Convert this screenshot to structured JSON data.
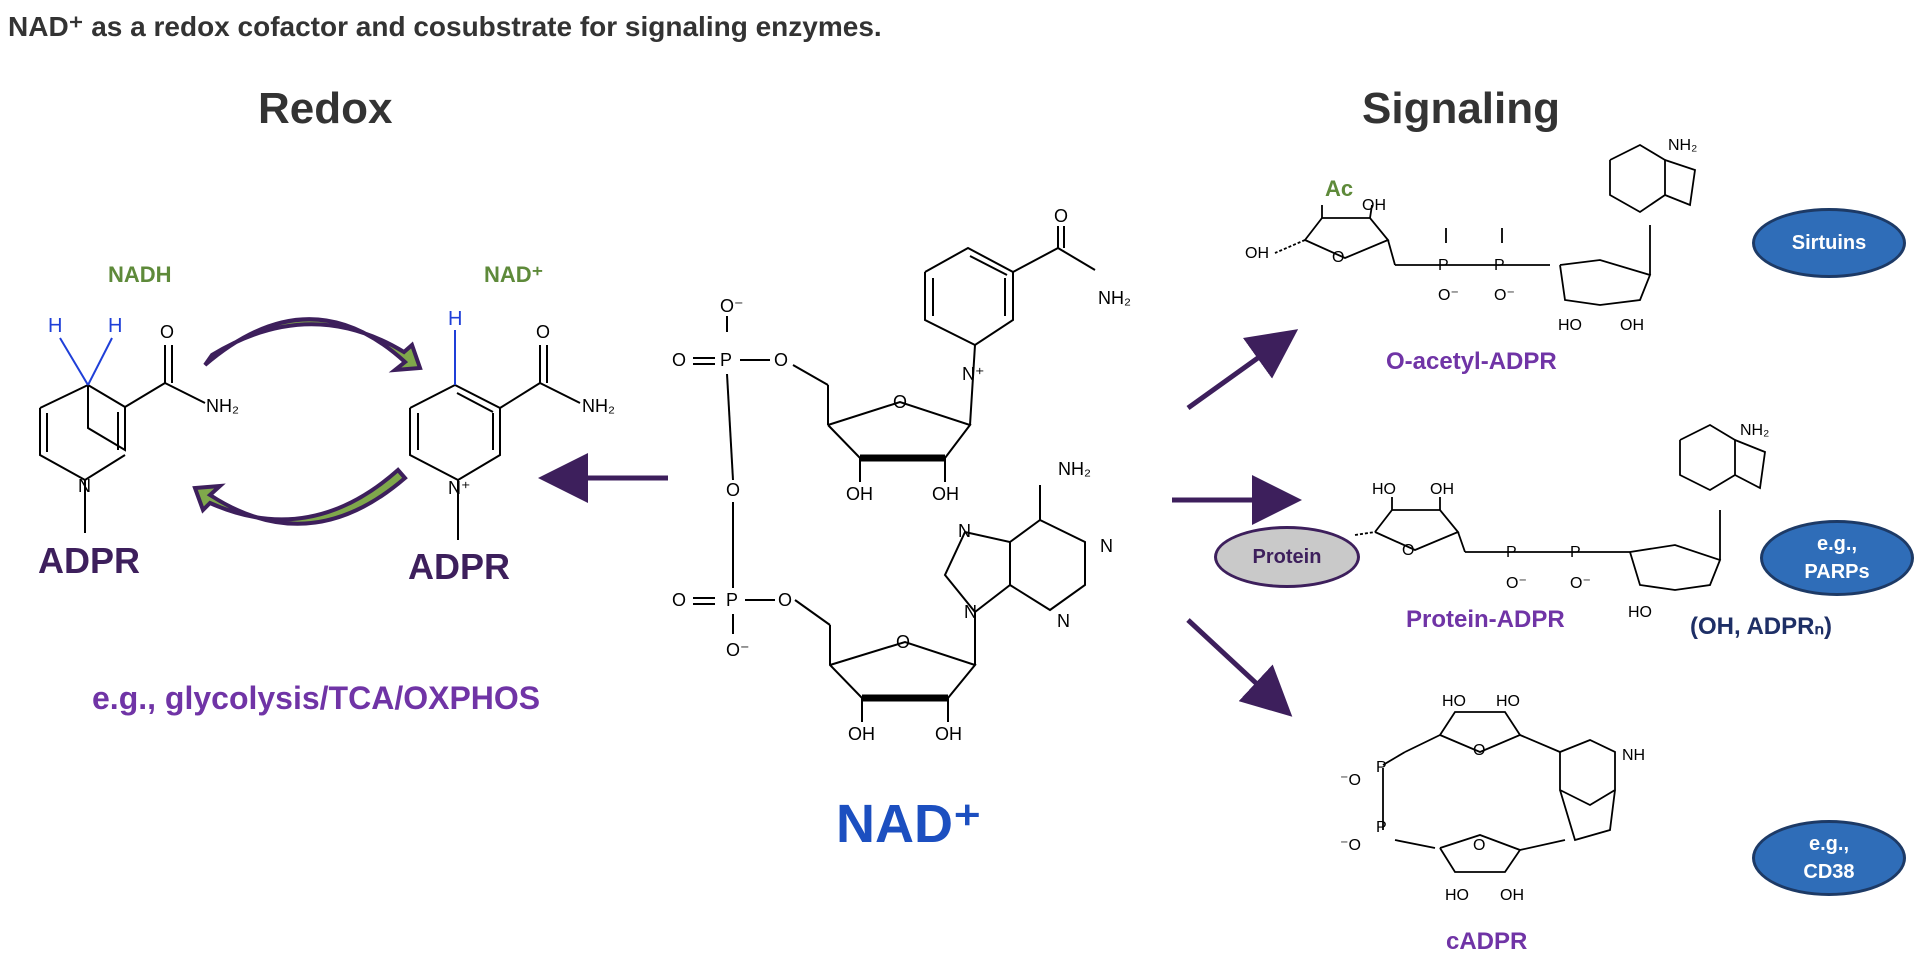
{
  "title": "NAD⁺ as a redox cofactor and cosubstrate for signaling enzymes.",
  "redox": {
    "heading": "Redox",
    "nadh_label": "NADH",
    "nad_label": "NAD⁺",
    "adpr_left": "ADPR",
    "adpr_right": "ADPR",
    "example": "e.g., glycolysis/TCA/OXPHOS"
  },
  "center": {
    "label": "NAD⁺"
  },
  "signaling": {
    "heading": "Signaling",
    "products": [
      {
        "name": "O-acetyl-ADPR",
        "enzyme": "Sirtuins",
        "marker": "Ac"
      },
      {
        "name": "Protein-ADPR",
        "enzyme_line1": "e.g.,",
        "enzyme_line2": "PARPs",
        "substrate": "Protein",
        "note": "(OH, ADPRₙ)"
      },
      {
        "name": "cADPR",
        "enzyme_line1": "e.g.,",
        "enzyme_line2": "CD38"
      }
    ]
  },
  "atoms": {
    "H": "H",
    "O": "O",
    "N": "N",
    "NH2": "NH₂",
    "NH": "NH",
    "OH": "OH",
    "HO": "HO",
    "P": "P",
    "Nplus": "N⁺",
    "Ominus": "O⁻",
    "minusO": "⁻O"
  },
  "colors": {
    "arrow": "#3d1f5c",
    "redox_arrow_fill": "#7fa84b",
    "label_green": "#5e8a3a",
    "product_purple": "#7034a6",
    "nad_blue": "#1c4fc0",
    "enzyme_fill": "#2f6db8",
    "hydrogen_blue": "#1f3fd8"
  }
}
